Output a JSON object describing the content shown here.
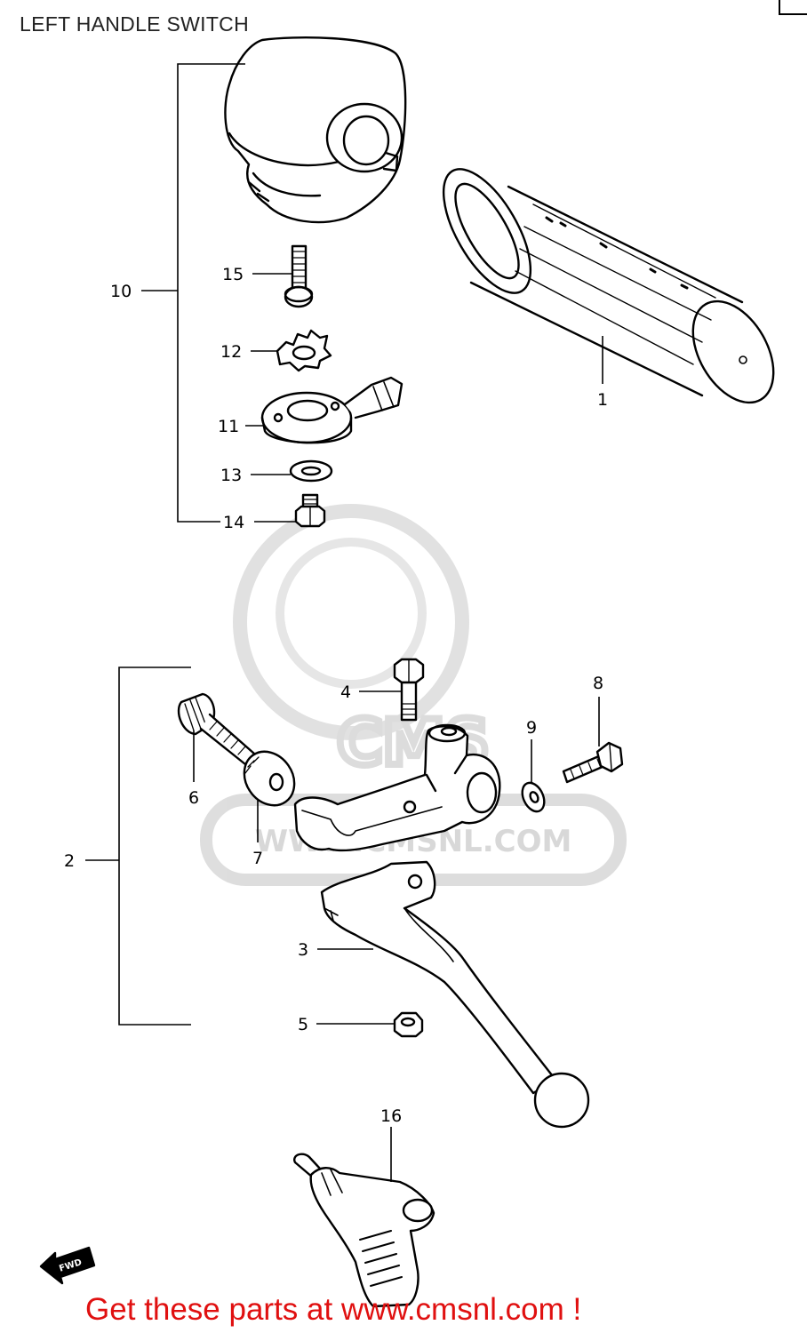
{
  "title": "LEFT HANDLE SWITCH",
  "footer": "Get these parts at www.cmsnl.com !",
  "watermark": {
    "text": "WWW.CMSNL.COM",
    "logo": "CMS"
  },
  "direction_badge": "FWD",
  "colors": {
    "footer_text": "#e01010",
    "line": "#000000",
    "watermark": "#d2d2d2"
  },
  "callouts": [
    {
      "id": "c1",
      "label": "1"
    },
    {
      "id": "c2",
      "label": "2"
    },
    {
      "id": "c3",
      "label": "3"
    },
    {
      "id": "c4",
      "label": "4"
    },
    {
      "id": "c5",
      "label": "5"
    },
    {
      "id": "c6",
      "label": "6"
    },
    {
      "id": "c7",
      "label": "7"
    },
    {
      "id": "c8",
      "label": "8"
    },
    {
      "id": "c9",
      "label": "9"
    },
    {
      "id": "c10",
      "label": "10"
    },
    {
      "id": "c11",
      "label": "11"
    },
    {
      "id": "c12",
      "label": "12"
    },
    {
      "id": "c13",
      "label": "13"
    },
    {
      "id": "c14",
      "label": "14"
    },
    {
      "id": "c15",
      "label": "15"
    },
    {
      "id": "c16",
      "label": "16"
    }
  ]
}
